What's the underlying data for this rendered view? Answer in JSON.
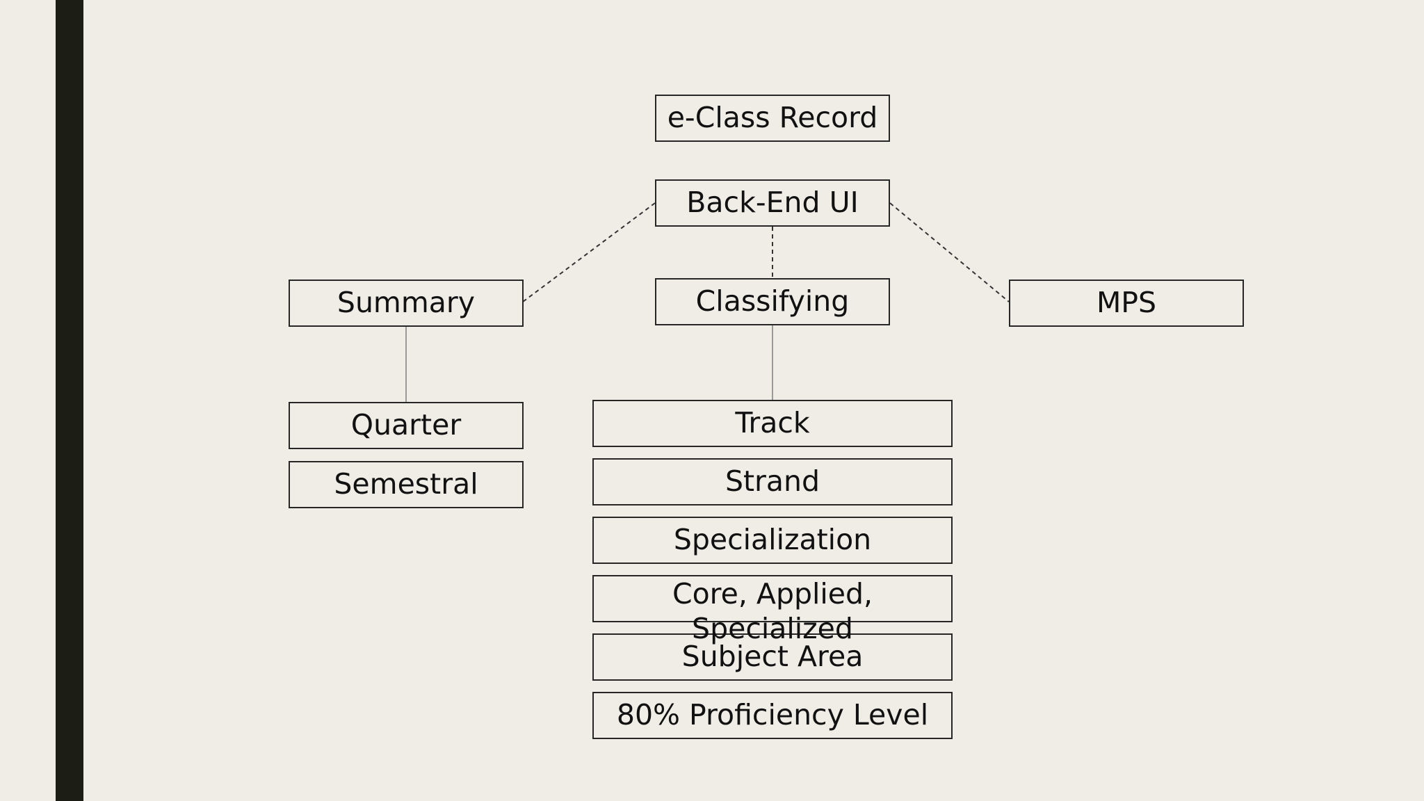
{
  "diagram": {
    "root": "e-Class Record",
    "backend": "Back-End UI",
    "branches": {
      "summary": "Summary",
      "classifying": "Classifying",
      "mps": "MPS"
    },
    "summary_items": [
      "Quarter",
      "Semestral"
    ],
    "classifying_items": [
      "Track",
      "Strand",
      "Specialization",
      "Core, Applied, Specialized",
      "Subject Area",
      "80% Proficiency Level"
    ]
  }
}
